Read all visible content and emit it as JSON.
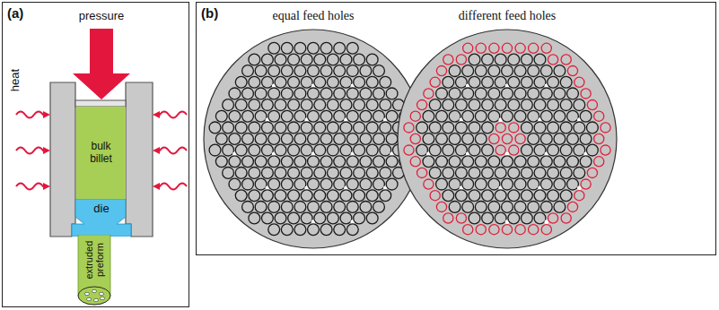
{
  "diagram": {
    "nodes": [
      {
        "text": [
          "(a)"
        ]
      },
      {
        "text": [
          "bulk billet"
        ],
        "in": 0
      },
      {
        "text": [
          "die"
        ],
        "in": 0
      },
      {
        "text": [
          "extruded preform"
        ],
        "in": 0
      },
      {
        "text": [
          "(b)"
        ]
      },
      {
        "text": [
          "equal feed holes"
        ],
        "in": 4
      },
      {
        "text": [
          "different feed holes"
        ],
        "in": 4
      }
    ],
    "labels": [
      "pressure",
      "heat"
    ]
  }
}
